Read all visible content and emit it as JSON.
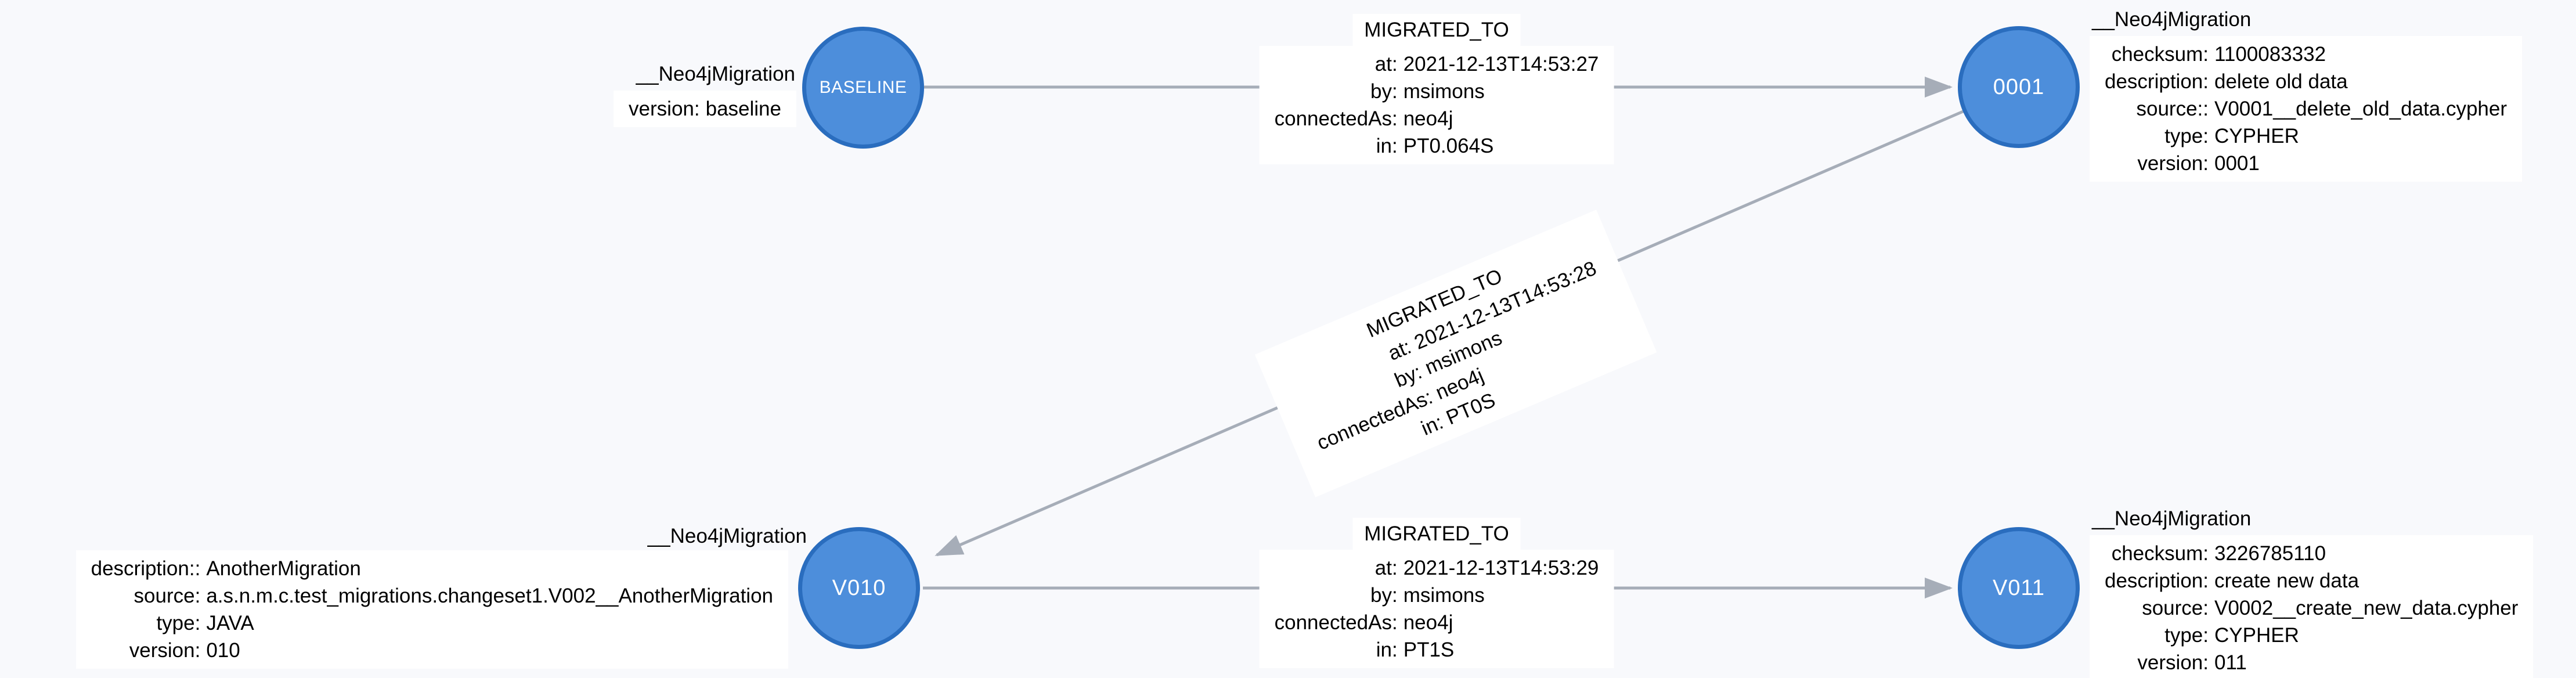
{
  "theme": {
    "canvas_bg": "#F8F9FC",
    "label_bg": "#FFFFFF",
    "node_fill": "#4D8EDB",
    "node_stroke": "#2A6DBE",
    "edge_color": "#A6ADB8",
    "text_color": "#000000",
    "caption_color": "#FFFFFF"
  },
  "nodes": {
    "baseline": {
      "caption": "BASELINE",
      "label": "__Neo4jMigration",
      "props": [
        {
          "k": "version:",
          "v": "baseline"
        }
      ]
    },
    "n0001": {
      "caption": "0001",
      "label": "__Neo4jMigration",
      "props": [
        {
          "k": "checksum:",
          "v": "1100083332"
        },
        {
          "k": "description:",
          "v": "delete old data"
        },
        {
          "k": "source::",
          "v": "V0001__delete_old_data.cypher"
        },
        {
          "k": "type:",
          "v": "CYPHER"
        },
        {
          "k": "version:",
          "v": "0001"
        }
      ]
    },
    "v010": {
      "caption": "V010",
      "label": "__Neo4jMigration",
      "props": [
        {
          "k": "description::",
          "v": "AnotherMigration"
        },
        {
          "k": "source:",
          "v": "a.s.n.m.c.test_migrations.changeset1.V002__AnotherMigration"
        },
        {
          "k": "type:",
          "v": "JAVA"
        },
        {
          "k": "version:",
          "v": "010"
        }
      ]
    },
    "v011": {
      "caption": "V011",
      "label": "__Neo4jMigration",
      "props": [
        {
          "k": "checksum:",
          "v": "3226785110"
        },
        {
          "k": "description:",
          "v": "create new data"
        },
        {
          "k": "source:",
          "v": "V0002__create_new_data.cypher"
        },
        {
          "k": "type:",
          "v": "CYPHER"
        },
        {
          "k": "version:",
          "v": "011"
        }
      ]
    }
  },
  "edges": {
    "e1": {
      "type": "MIGRATED_TO",
      "props": [
        {
          "k": "at:",
          "v": "2021-12-13T14:53:27"
        },
        {
          "k": "by:",
          "v": "msimons"
        },
        {
          "k": "connectedAs:",
          "v": "neo4j"
        },
        {
          "k": "in:",
          "v": "PT0.064S"
        }
      ]
    },
    "e2": {
      "type": "MIGRATED_TO",
      "props": [
        {
          "k": "at:",
          "v": "2021-12-13T14:53:28"
        },
        {
          "k": "by:",
          "v": "msimons"
        },
        {
          "k": "connectedAs:",
          "v": "neo4j"
        },
        {
          "k": "in:",
          "v": "PT0S"
        }
      ]
    },
    "e3": {
      "type": "MIGRATED_TO",
      "props": [
        {
          "k": "at:",
          "v": "2021-12-13T14:53:29"
        },
        {
          "k": "by:",
          "v": "msimons"
        },
        {
          "k": "connectedAs:",
          "v": "neo4j"
        },
        {
          "k": "in:",
          "v": "PT1S"
        }
      ]
    }
  }
}
